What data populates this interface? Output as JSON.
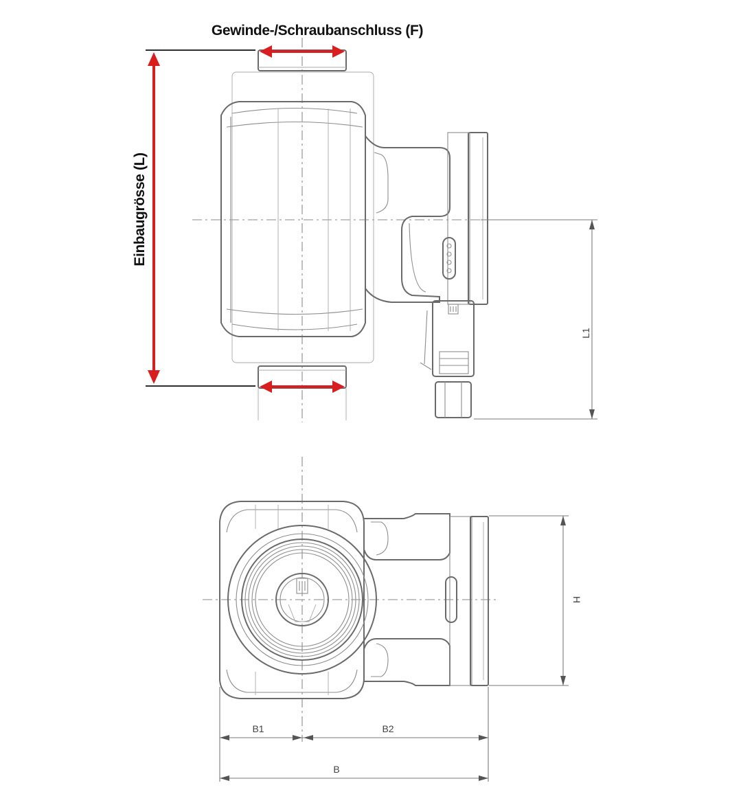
{
  "labels": {
    "thread_connection": "Gewinde-/Schraubanschluss (F)",
    "installation_length": "Einbaugrösse (L)",
    "dim_l1": "L1",
    "dim_h": "H",
    "dim_b1": "B1",
    "dim_b2": "B2",
    "dim_b": "B"
  },
  "colors": {
    "highlight_arrow": "#d81e1e",
    "line": "#6a6a6a"
  }
}
